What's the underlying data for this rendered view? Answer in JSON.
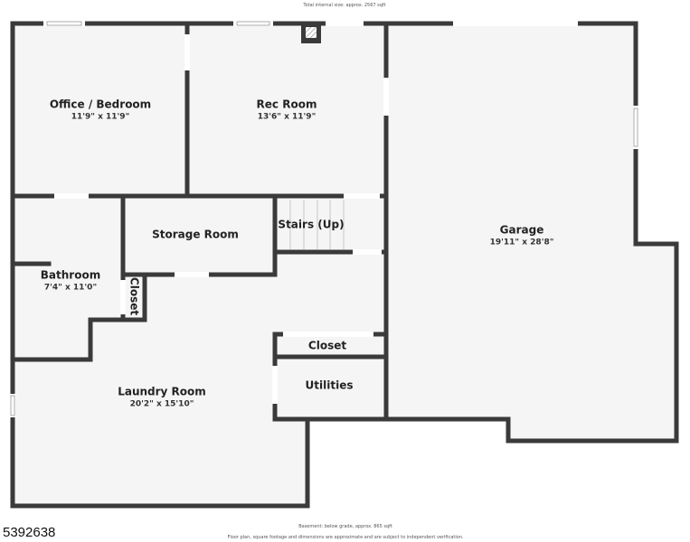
{
  "header": {
    "total_area_note": "Total internal size: approx. 2567 sqft"
  },
  "rooms": {
    "office": {
      "name": "Office / Bedroom",
      "dims": "11'9\" x 11'9\""
    },
    "rec": {
      "name": "Rec Room",
      "dims": "13'6\" x 11'9\""
    },
    "garage": {
      "name": "Garage",
      "dims": "19'11\" x 28'8\""
    },
    "storage": {
      "name": "Storage Room",
      "dims": ""
    },
    "stairs": {
      "name": "Stairs (Up)",
      "dims": ""
    },
    "bathroom": {
      "name": "Bathroom",
      "dims": "7'4\" x 11'0\""
    },
    "closet_small": {
      "name": "Closet",
      "dims": ""
    },
    "closet_right": {
      "name": "Closet",
      "dims": ""
    },
    "utilities": {
      "name": "Utilities",
      "dims": ""
    },
    "laundry": {
      "name": "Laundry Room",
      "dims": "20'2\" x 15'10\""
    }
  },
  "footer": {
    "floor_note": "Basement: below grade, approx. 865 sqft",
    "disclaimer": "Floor plan, square footage and dimensions are approximate and are subject to independent verification.",
    "listing_id": "5392638"
  },
  "colors": {
    "wall": "#3a3a3a",
    "floor": "#f5f5f5",
    "background": "#ffffff"
  }
}
